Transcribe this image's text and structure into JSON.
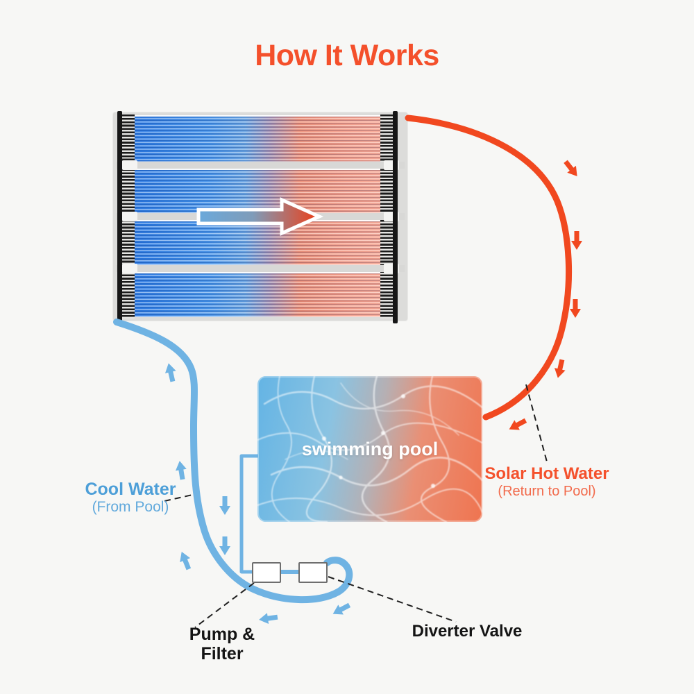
{
  "title": "How It Works",
  "colors": {
    "accent_orange": "#F1481F",
    "accent_blue": "#6FB3E3",
    "label_blue": "#4D9FD8",
    "label_orange": "#F4512C",
    "text_black": "#141414",
    "background": "#F7F7F5"
  },
  "diagram": {
    "pool_label": "swimming pool",
    "cool_water": {
      "title": "Cool Water",
      "subtitle": "(From Pool)"
    },
    "solar_hot_water": {
      "title": "Solar Hot Water",
      "subtitle": "(Return to Pool)"
    },
    "pump_filter_label": "Pump & Filter",
    "diverter_valve_label": "Diverter Valve"
  }
}
